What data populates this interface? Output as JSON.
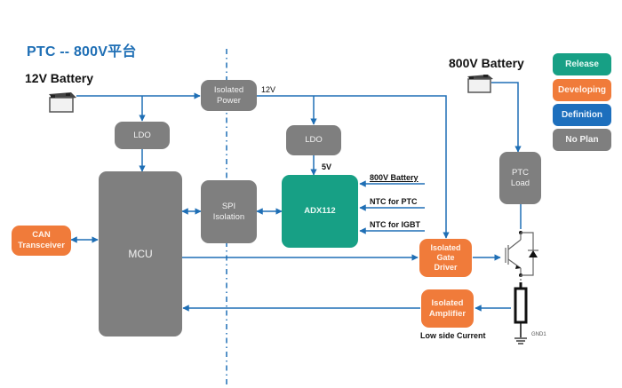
{
  "title": "PTC -- 800V平台",
  "labels": {
    "battery_12v": "12V Battery",
    "battery_800v": "800V Battery",
    "rail_12v": "12V",
    "rail_5v": "5V",
    "adc_in_battery": "800V Battery",
    "adc_in_ntc_ptc": "NTC for PTC",
    "adc_in_ntc_igbt": "NTC for IGBT",
    "low_side_current": "Low side Current",
    "gnd": "GND1"
  },
  "blocks": {
    "isolated_power": {
      "label": "Isolated\nPower",
      "status": "No Plan"
    },
    "ldo_mcu": {
      "label": "LDO",
      "status": "No Plan"
    },
    "ldo_adc": {
      "label": "LDO",
      "status": "No Plan"
    },
    "mcu": {
      "label": "MCU",
      "status": "No Plan"
    },
    "spi_isolation": {
      "label": "SPI\nIsolation",
      "status": "No Plan"
    },
    "adx112": {
      "label": "ADX112",
      "status": "Release"
    },
    "can_transceiver": {
      "label": "CAN\nTransceiver",
      "status": "Developing"
    },
    "isolated_gate_driver": {
      "label": "Isolated\nGate\nDriver",
      "status": "Developing"
    },
    "isolated_amplifier": {
      "label": "Isolated\nAmplifier",
      "status": "Developing"
    },
    "ptc_load": {
      "label": "PTC\nLoad",
      "status": "No Plan"
    }
  },
  "legend": [
    {
      "label": "Release",
      "color": "#17a085"
    },
    {
      "label": "Developing",
      "color": "#f07b3a"
    },
    {
      "label": "Definition",
      "color": "#1d6fbd"
    },
    {
      "label": "No Plan",
      "color": "#7f7f7f"
    }
  ],
  "colors": {
    "wire": "#1f6fb5",
    "title": "#1f6fb5",
    "isolation_line": "#1f6fb5"
  }
}
